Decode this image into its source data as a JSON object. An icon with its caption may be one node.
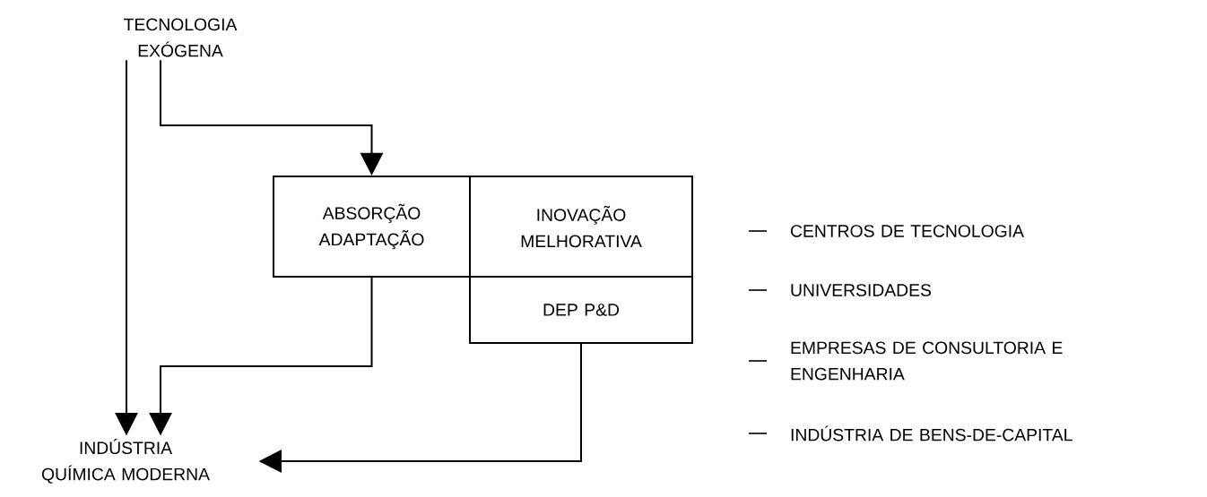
{
  "diagram": {
    "nodes": [
      {
        "text": [
          "TECNOLOGIA EXÓGENA"
        ]
      },
      {
        "text": [
          "ABSORÇÃO ADAPTAÇÃO"
        ]
      },
      {
        "text": [
          "INOVAÇÃO MELHORATIVA"
        ]
      },
      {
        "text": [
          "DEP P&D"
        ]
      },
      {
        "text": [
          "INDÚSTRIA QUÍMICA MODERNA"
        ]
      }
    ],
    "edges": [
      {
        "from": 0,
        "to": 4,
        "arrow": "to"
      },
      {
        "from": 0,
        "to": 1,
        "arrow": "to"
      },
      {
        "from": 1,
        "to": 4,
        "arrow": "to"
      },
      {
        "from": 3,
        "to": 4,
        "arrow": "to"
      }
    ],
    "labels": [
      "CENTROS DE TECNOLOGIA",
      "UNIVERSIDADES",
      "EMPRESAS DE CONSULTORIA E ENGENHARIA",
      "INDÚSTRIA DE BENS-DE-CAPITAL"
    ]
  }
}
